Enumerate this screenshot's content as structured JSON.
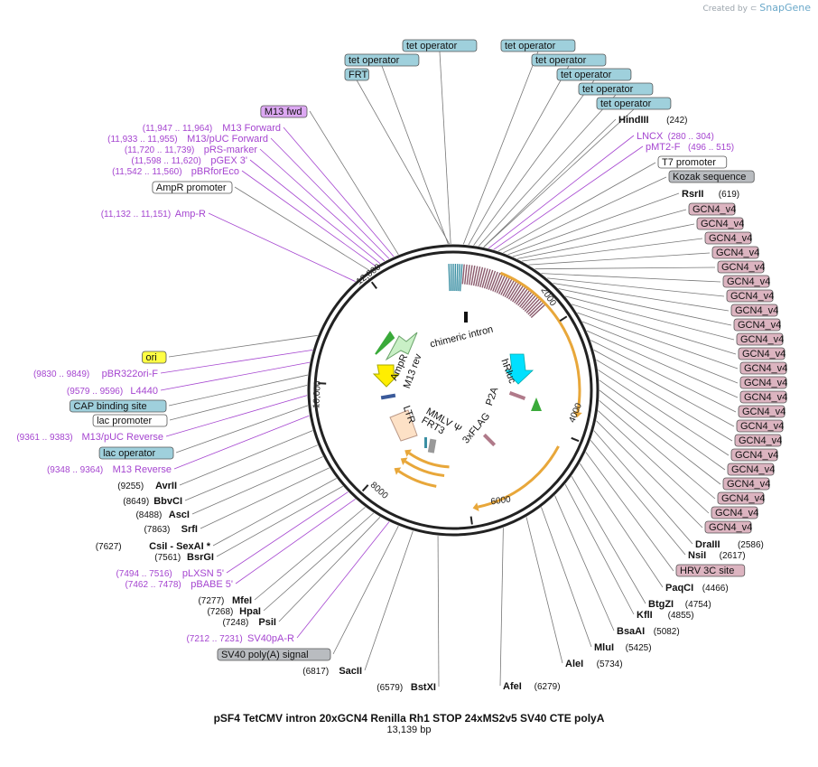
{
  "credit": {
    "prefix": "Created by",
    "brand": "SnapGene"
  },
  "map": {
    "title": "pSF4 TetCMV intron 20xGCN4 Renilla Rh1 STOP 24xMS2v5 SV40 CTE polyA",
    "length_label": "13,139 bp"
  },
  "ring_ticks": [
    "2000",
    "4000",
    "6000",
    "8000",
    "10,000",
    "12,000"
  ],
  "features_inner": [
    "chimeric intron",
    "hRluc",
    "P2A",
    "3xFLAG",
    "MMLV Ψ",
    "FRT3",
    "LTR",
    "M13 rev",
    "AmpR"
  ],
  "top_labels": [
    {
      "text": "tet operator",
      "style": "teal"
    },
    {
      "text": "tet operator",
      "style": "teal"
    },
    {
      "text": "tet operator",
      "style": "teal"
    },
    {
      "text": "FRT",
      "style": "teal"
    },
    {
      "text": "tet operator",
      "style": "teal"
    },
    {
      "text": "tet operator",
      "style": "teal"
    },
    {
      "text": "tet operator",
      "style": "teal"
    },
    {
      "text": "tet operator",
      "style": "teal"
    }
  ],
  "right_labels": [
    {
      "name": "HindIII",
      "pos": "(242)",
      "style": "enzyme"
    },
    {
      "name": "LNCX",
      "pos": "(280 .. 304)",
      "style": "primer"
    },
    {
      "name": "pMT2-F",
      "pos": "(496 .. 515)",
      "style": "primer"
    },
    {
      "name": "T7 promoter",
      "style": "white"
    },
    {
      "name": "Kozak sequence",
      "style": "gray"
    },
    {
      "name": "RsrII",
      "pos": "(619)",
      "style": "enzyme"
    },
    {
      "name": "GCN4_v4",
      "style": "pink"
    },
    {
      "name": "GCN4_v4",
      "style": "pink"
    },
    {
      "name": "GCN4_v4",
      "style": "pink"
    },
    {
      "name": "GCN4_v4",
      "style": "pink"
    },
    {
      "name": "GCN4_v4",
      "style": "pink"
    },
    {
      "name": "GCN4_v4",
      "style": "pink"
    },
    {
      "name": "GCN4_v4",
      "style": "pink"
    },
    {
      "name": "GCN4_v4",
      "style": "pink"
    },
    {
      "name": "GCN4_v4",
      "style": "pink"
    },
    {
      "name": "GCN4_v4",
      "style": "pink"
    },
    {
      "name": "GCN4_v4",
      "style": "pink"
    },
    {
      "name": "GCN4_v4",
      "style": "pink"
    },
    {
      "name": "GCN4_v4",
      "style": "pink"
    },
    {
      "name": "GCN4_v4",
      "style": "pink"
    },
    {
      "name": "GCN4_v4",
      "style": "pink"
    },
    {
      "name": "GCN4_v4",
      "style": "pink"
    },
    {
      "name": "GCN4_v4",
      "style": "pink"
    },
    {
      "name": "GCN4_v4",
      "style": "pink"
    },
    {
      "name": "GCN4_v4",
      "style": "pink"
    },
    {
      "name": "GCN4_v4",
      "style": "pink"
    },
    {
      "name": "GCN4_v4",
      "style": "pink"
    },
    {
      "name": "GCN4_v4",
      "style": "pink"
    },
    {
      "name": "GCN4_v4",
      "style": "pink"
    },
    {
      "name": "DraIII",
      "pos": "(2586)",
      "style": "enzyme"
    },
    {
      "name": "NsiI",
      "pos": "(2617)",
      "style": "enzyme"
    },
    {
      "name": "HRV 3C site",
      "style": "pink"
    },
    {
      "name": "PaqCI",
      "pos": "(4466)",
      "style": "enzyme"
    },
    {
      "name": "BtgZI",
      "pos": "(4754)",
      "style": "enzyme"
    },
    {
      "name": "KflI",
      "pos": "(4855)",
      "style": "enzyme"
    },
    {
      "name": "BsaAI",
      "pos": "(5082)",
      "style": "enzyme"
    },
    {
      "name": "MluI",
      "pos": "(5425)",
      "style": "enzyme"
    },
    {
      "name": "AleI",
      "pos": "(5734)",
      "style": "enzyme"
    },
    {
      "name": "AfeI",
      "pos": "(6279)",
      "style": "enzyme"
    }
  ],
  "left_labels": [
    {
      "name": "M13 fwd",
      "style": "purplebox"
    },
    {
      "name": "M13 Forward",
      "pos": "(11,947 .. 11,964)",
      "style": "primer"
    },
    {
      "name": "M13/pUC Forward",
      "pos": "(11,933 .. 11,955)",
      "style": "primer"
    },
    {
      "name": "pRS-marker",
      "pos": "(11,720 .. 11,739)",
      "style": "primer"
    },
    {
      "name": "pGEX 3'",
      "pos": "(11,598 .. 11,620)",
      "style": "primer"
    },
    {
      "name": "pBRforEco",
      "pos": "(11,542 .. 11,560)",
      "style": "primer"
    },
    {
      "name": "AmpR promoter",
      "style": "white"
    },
    {
      "name": "Amp-R",
      "pos": "(11,132 .. 11,151)",
      "style": "primer"
    },
    {
      "name": "ori",
      "style": "yellow"
    },
    {
      "name": "pBR322ori-F",
      "pos": "(9830 .. 9849)",
      "style": "primer"
    },
    {
      "name": "L4440",
      "pos": "(9579 .. 9596)",
      "style": "primer"
    },
    {
      "name": "CAP binding site",
      "style": "teal"
    },
    {
      "name": "lac promoter",
      "style": "white"
    },
    {
      "name": "M13/pUC Reverse",
      "pos": "(9361 .. 9383)",
      "style": "primer"
    },
    {
      "name": "lac operator",
      "style": "teal"
    },
    {
      "name": "M13 Reverse",
      "pos": "(9348 .. 9364)",
      "style": "primer"
    },
    {
      "name": "AvrII",
      "pos": "(9255)",
      "style": "enzyme"
    },
    {
      "name": "BbvCI",
      "pos": "(8649)",
      "style": "enzyme"
    },
    {
      "name": "AscI",
      "pos": "(8488)",
      "style": "enzyme"
    },
    {
      "name": "SrfI",
      "pos": "(7863)",
      "style": "enzyme"
    },
    {
      "name": "CsiI  - SexAI *",
      "pos": "(7627)",
      "style": "enzyme"
    },
    {
      "name": "BsrGI",
      "pos": "(7561)",
      "style": "enzyme"
    },
    {
      "name": "pLXSN 5'",
      "pos": "(7494 .. 7516)",
      "style": "primer"
    },
    {
      "name": "pBABE 5'",
      "pos": "(7462 .. 7478)",
      "style": "primer"
    },
    {
      "name": "MfeI",
      "pos": "(7277)",
      "style": "enzyme"
    },
    {
      "name": "HpaI",
      "pos": "(7268)",
      "style": "enzyme"
    },
    {
      "name": "PsiI",
      "pos": "(7248)",
      "style": "enzyme"
    },
    {
      "name": "SV40pA-R",
      "pos": "(7212 .. 7231)",
      "style": "primer"
    },
    {
      "name": "SV40 poly(A) signal",
      "style": "gray"
    },
    {
      "name": "SacII",
      "pos": "(6817)",
      "style": "enzyme"
    },
    {
      "name": "BstXI",
      "pos": "(6579)",
      "style": "enzyme"
    }
  ],
  "colors": {
    "teal": "#9fd0dc",
    "pink": "#dcb4c0",
    "gray": "#b9bcc0",
    "yellow": "#ffff44",
    "purplebox": "#dca8f2",
    "primer": "#a545d0",
    "ring": "#222222",
    "orange": "#e8a73a",
    "cyan": "#00e0ff",
    "green": "#3aaa3a"
  }
}
